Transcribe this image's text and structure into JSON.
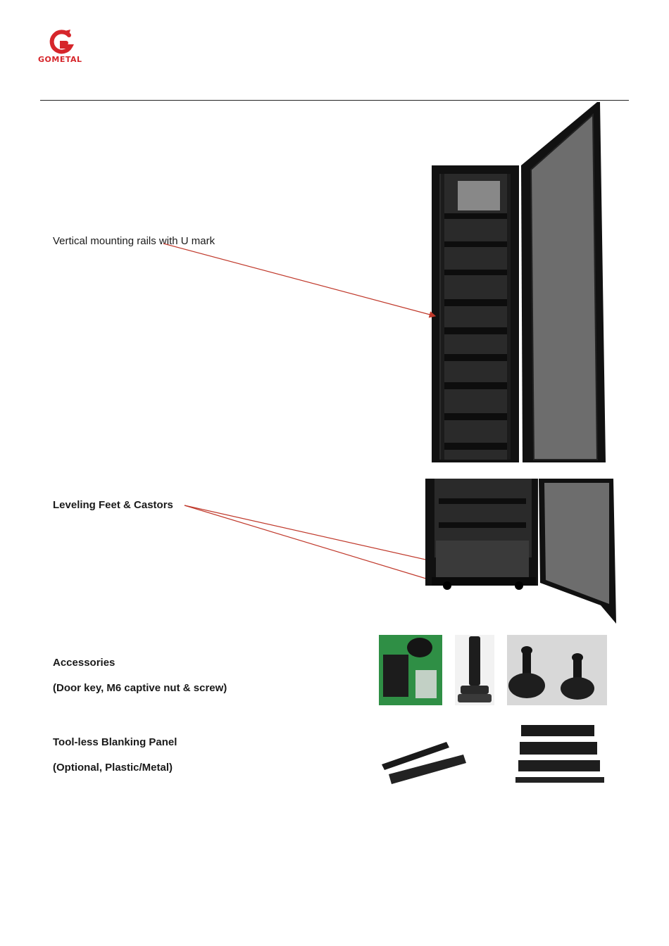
{
  "brand": {
    "name": "GOMETAL",
    "color": "#d6262b"
  },
  "sections": {
    "rails": {
      "label": "Vertical mounting rails with U mark"
    },
    "feet": {
      "label": "Leveling Feet & Castors"
    },
    "accessories": {
      "title": "Accessories",
      "detail": "(Door key, M6 captive nut & screw)"
    },
    "blanking": {
      "title": "Tool-less Blanking Panel",
      "detail": "(Optional, Plastic/Metal)"
    }
  },
  "colors": {
    "callout_arrow": "#c0392b",
    "cabinet": "#111111",
    "rule": "#222222"
  }
}
